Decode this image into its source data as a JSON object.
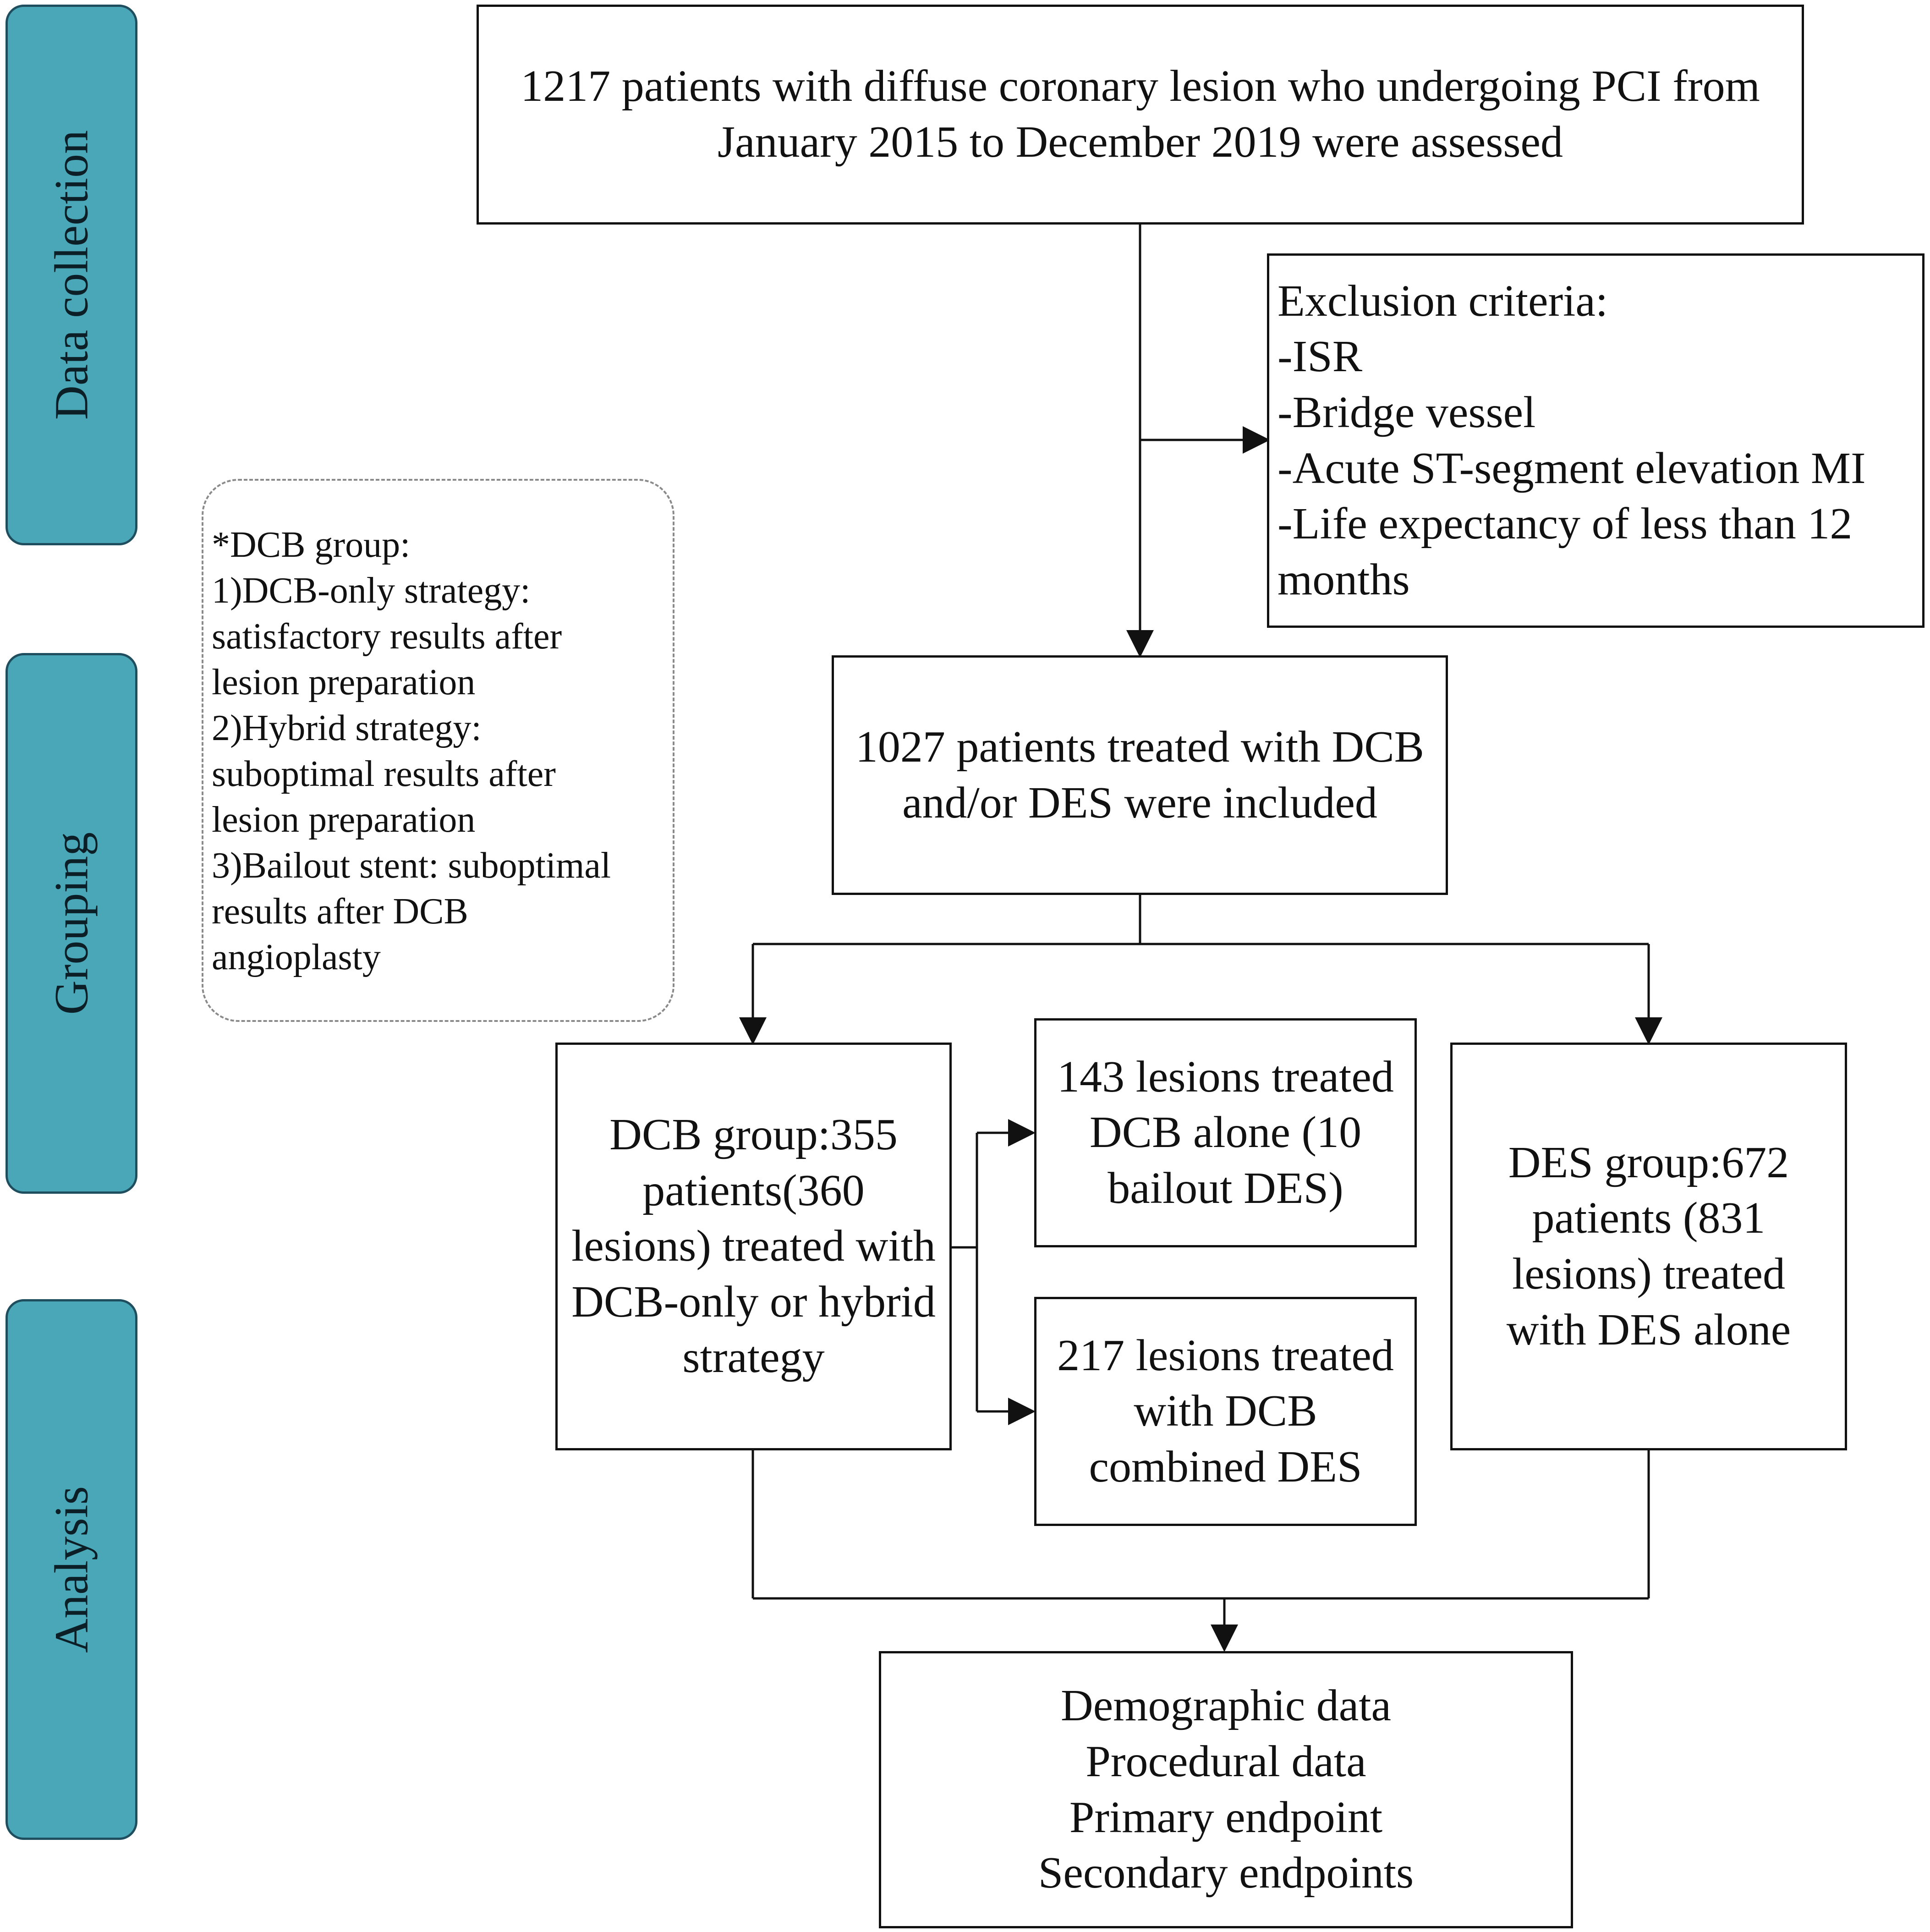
{
  "stages": [
    {
      "id": "data-collection",
      "label": "Data collection"
    },
    {
      "id": "grouping",
      "label": "Grouping"
    },
    {
      "id": "analysis",
      "label": "Analysis"
    }
  ],
  "boxes": {
    "assessed": [
      "1217 patients with diffuse coronary lesion who undergoing PCI from",
      "January 2015 to December 2019 were assessed"
    ],
    "exclusion": [
      "Exclusion criteria:",
      "-ISR",
      "-Bridge vessel",
      "-Acute ST-segment elevation MI",
      "-Life expectancy of less than 12",
      "months"
    ],
    "included": [
      "1027 patients treated with DCB",
      "and/or DES were included"
    ],
    "dcb_group": [
      "DCB group:355",
      "patients(360",
      "lesions) treated with",
      "DCB-only or hybrid",
      "strategy"
    ],
    "dcb_alone": [
      "143 lesions treated",
      "DCB alone (10",
      "bailout DES)"
    ],
    "dcb_combined": [
      "217 lesions treated",
      "with DCB",
      "combined DES"
    ],
    "des_group": [
      "DES group:672",
      "patients (831",
      "lesions)  treated",
      "with DES alone"
    ],
    "outcomes": [
      "Demographic data",
      "Procedural data",
      "Primary endpoint",
      "Secondary endpoints"
    ]
  },
  "note": [
    "*DCB group:",
    "1)DCB-only strategy:",
    "satisfactory results after",
    "lesion preparation",
    "2)Hybrid strategy:",
    "suboptimal results after",
    "lesion preparation",
    "3)Bailout stent: suboptimal",
    "results after DCB",
    "angioplasty"
  ],
  "colors": {
    "stage_fill": "#4aa7b8",
    "stage_border": "#1f4e5e",
    "line": "#111111",
    "note_border": "#8a8a8a"
  }
}
